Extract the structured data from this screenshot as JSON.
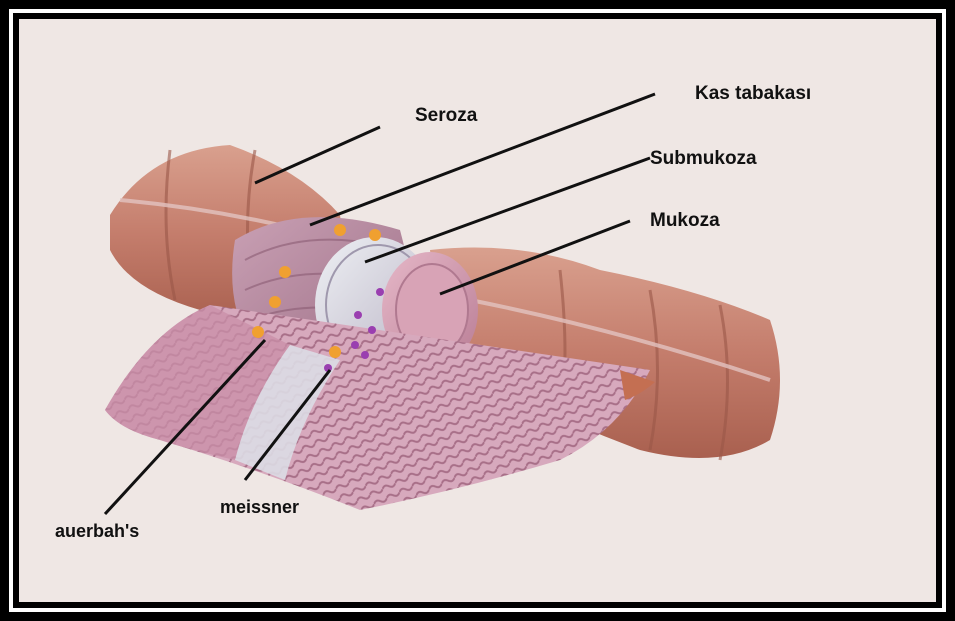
{
  "labels": {
    "seroza": "Seroza",
    "kas_tabakasi": "Kas tabakası",
    "submukoza": "Submukoza",
    "mukoza": "Mukoza",
    "auerbahs": "auerbah's",
    "meissner": "meissner"
  },
  "colors": {
    "background": "#efe7e4",
    "frame": "#000000",
    "serosa": "#c98a78",
    "muscle": "#b98aa0",
    "submucosa": "#d9d4de",
    "mucosa": "#d4a0b4",
    "auerbach_plexus": "#f0a030",
    "meissner_plexus": "#9a3fb0"
  }
}
